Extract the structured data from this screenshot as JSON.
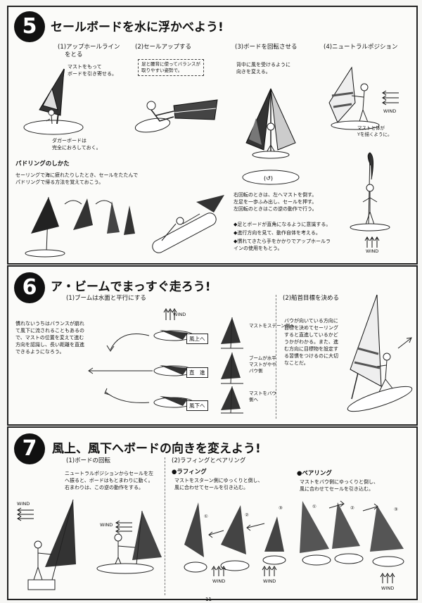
{
  "sec5": {
    "number": "5",
    "title": "セールボードを水に浮かべよう!",
    "steps": [
      {
        "label": "(1)アップホールライン",
        "label2": "をとる",
        "desc": "マストをもって\nボードを引き寄せる。",
        "note": "ダガーボードは\n完全におろしておく。"
      },
      {
        "label": "(2)セールアップする",
        "bubble": "足と腰背に使ってバランスが\n取りやすい姿勢で。"
      },
      {
        "label": "(3)ボードを回転させる",
        "desc": "背中に風を受けるように\n向きを変える。"
      },
      {
        "label": "(4)ニュートラルポジション",
        "wind": "WIND",
        "note": "マストと体が\nYを描くように。"
      }
    ],
    "paddling_title": "パドリングのしかた",
    "paddling_desc": "セーリングで海に疲れたりしたとき、セールをたたんで\nパドリングで帰る方法を覚えておこう。",
    "rotate_desc": "右回転のときは、左へマストを倒す。\n左足を一歩ふみ出し、セールを押す。\n左回転のときはこの逆の動作で行う。",
    "bullets": [
      "◆足とボードが直角になるように意識する。",
      "◆進行方向を見て、動作自体を考える。",
      "◆慣れてきたら手をかかりでアップホールラ\nインの使用をもとう。"
    ],
    "wind2": "WIND"
  },
  "sec6": {
    "number": "6",
    "title": "ア・ビームでまっすぐ走ろう!",
    "sub1": "(1)ブームは水面と平行にする",
    "sub2": "(2)船首目標を決める",
    "left_desc": "慣れないうちはバランスが崩れて風下に流されることもあるので、マストの位置を変えて進む方向を認識し、長い距離を直進できるようになろう。",
    "wind": "WIND",
    "rows": [
      {
        "box": "風上へ",
        "note": "マストをステーン側へ"
      },
      {
        "box": "直　進",
        "note": "ブームが水平\nマストがやや\nバウ側"
      },
      {
        "box": "風下へ",
        "note": "マストをバウ\n側へ"
      }
    ],
    "right_desc": "バウが向いている方向に目標を決めてセーリングすると直進しているかどうかがわかる。また、進む方向に目標物を設定する習慣をつけるのに大切なことだ。"
  },
  "sec7": {
    "number": "7",
    "title": "風上、風下へボードの向きを変えよう!",
    "sub1": "(1)ボードの回転",
    "sub1_desc": "ニュートラルポジションからセールを左へ振ると、ボードはもとまわりに動く。右まわりは、この逆の動作をする。",
    "sub2": "(2)ラフィングとベアリング",
    "luffing": "●ラフィング",
    "luffing_desc": "マストをスターン側にゆっくりと倒し、\n風に合わせてセールを引き込む。",
    "bearing": "●ベアリング",
    "bearing_desc": "マストをバウ側にゆっくりと倒し、\n風に合わせてセールを引き込む。",
    "wind": "WIND",
    "marks": [
      "①",
      "②",
      "③"
    ]
  },
  "page_no": "11"
}
